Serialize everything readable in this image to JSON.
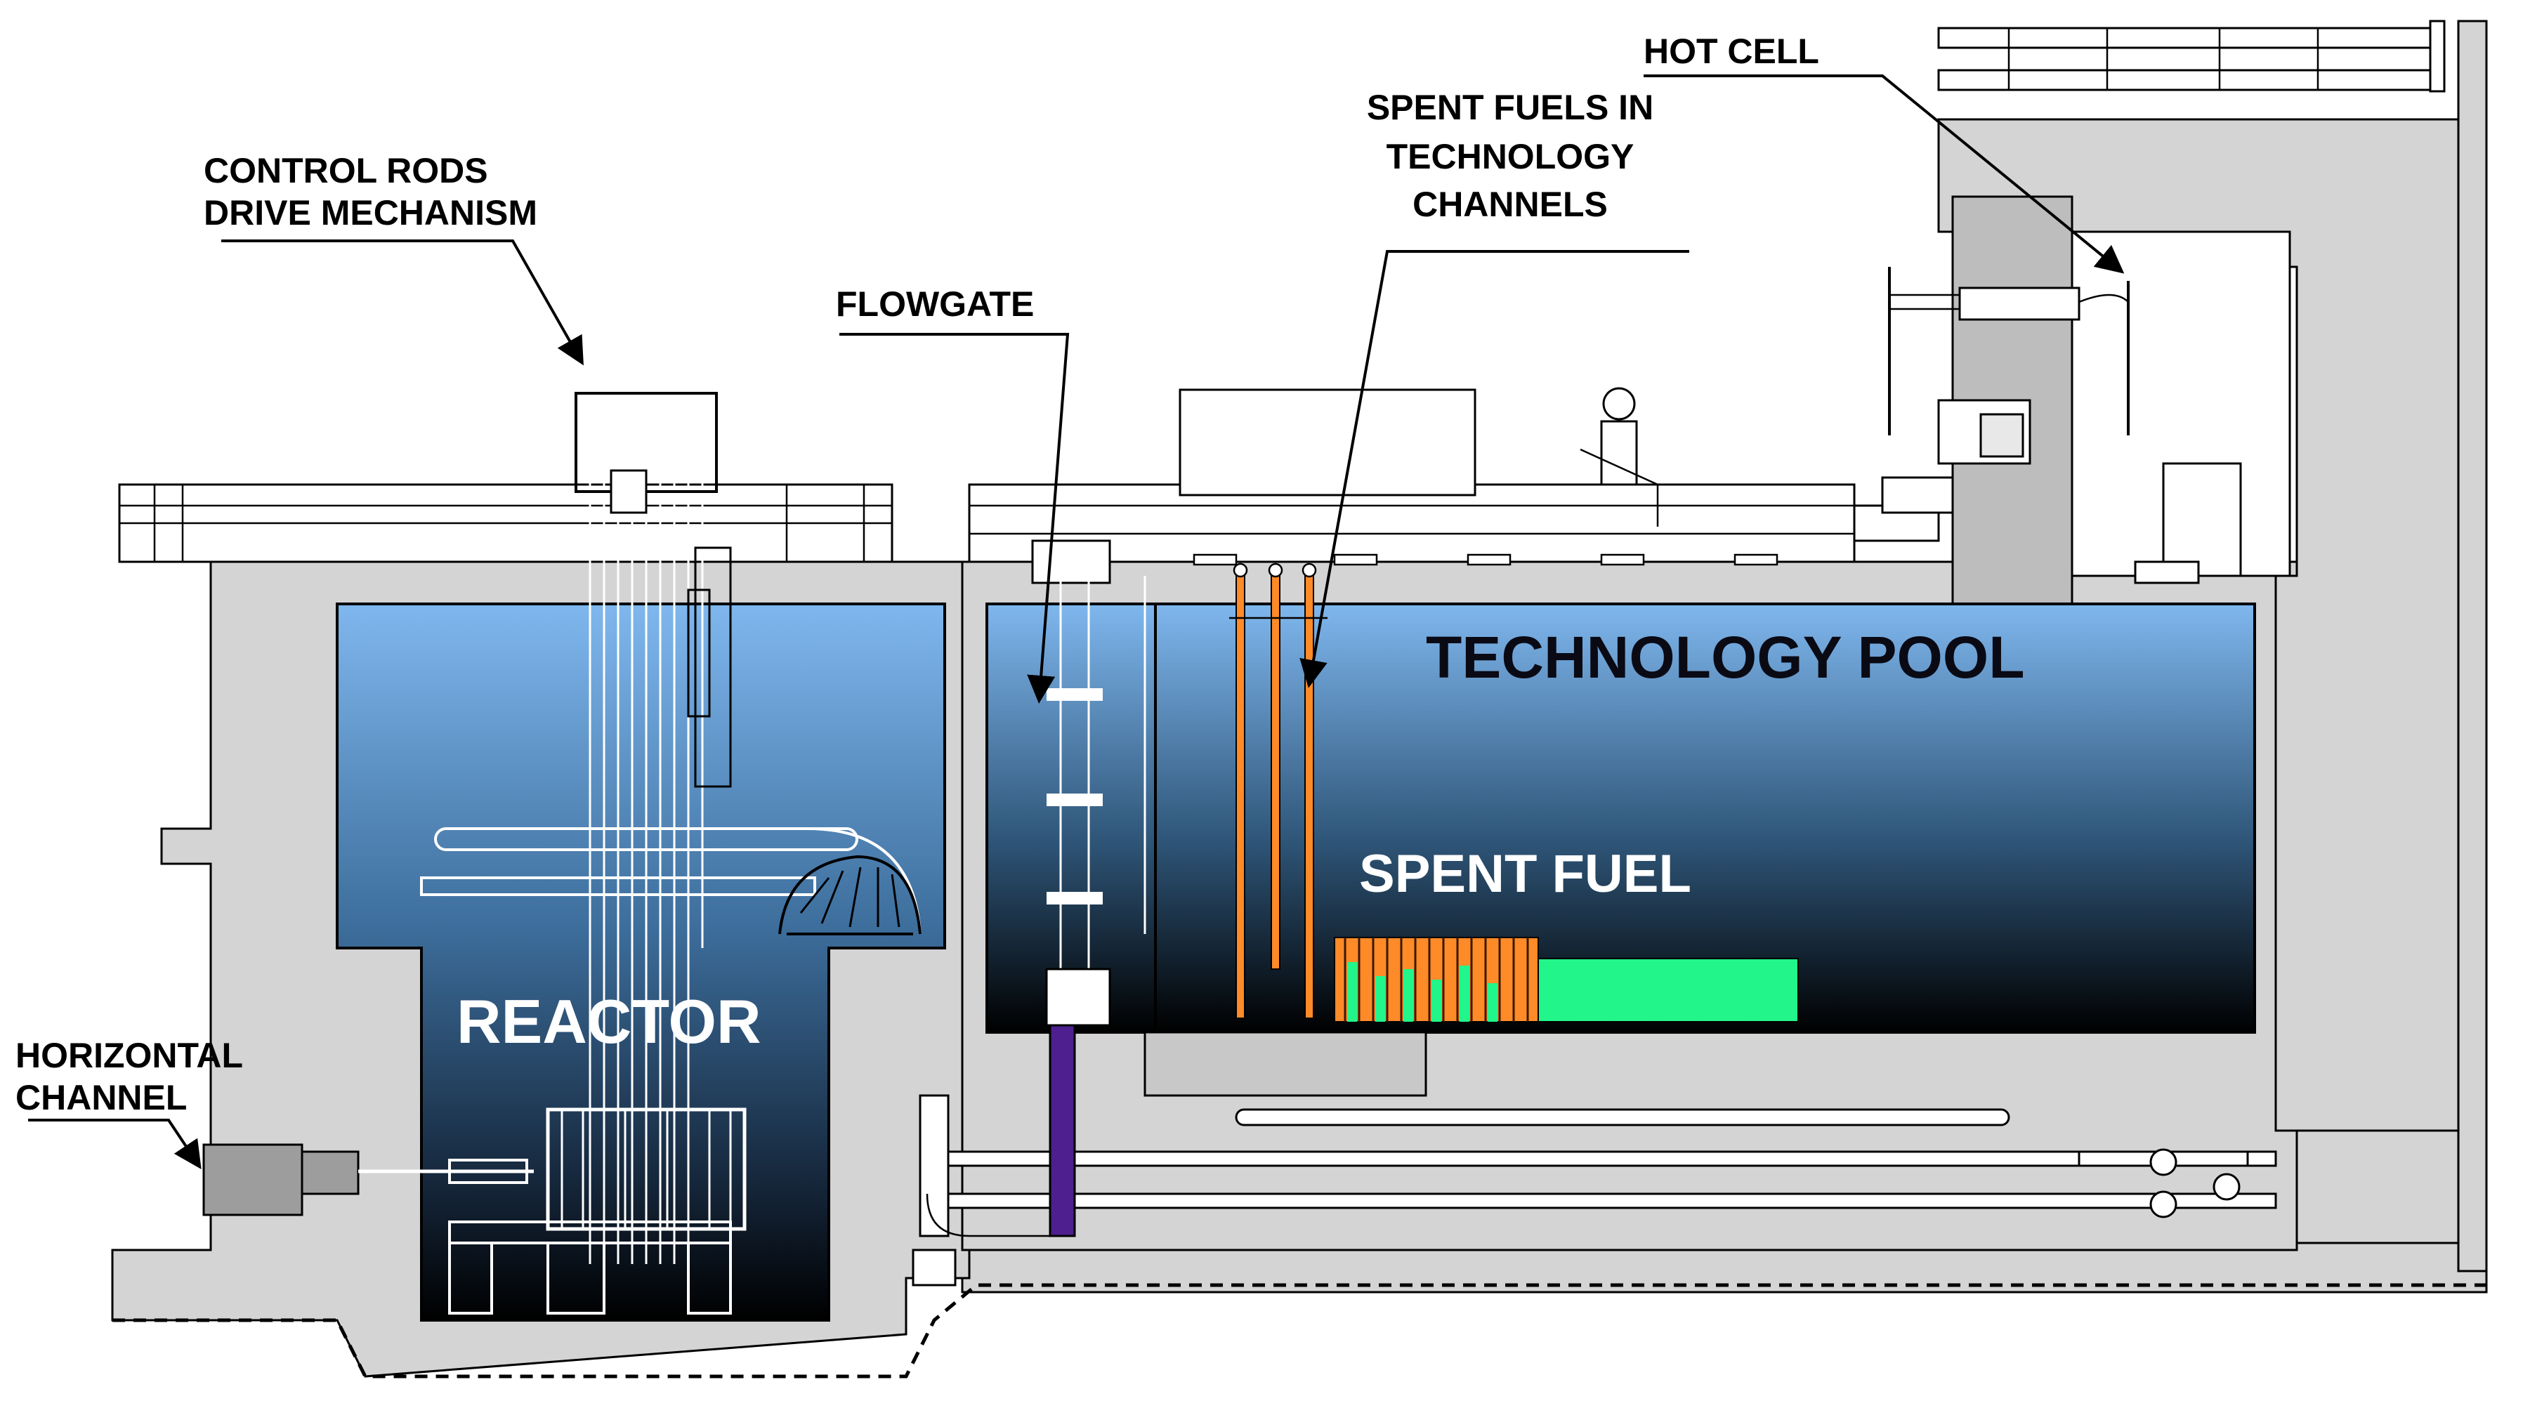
{
  "labels": {
    "control_rods": [
      "CONTROL RODS",
      "DRIVE MECHANISM"
    ],
    "flowgate": "FLOWGATE",
    "spent_fuels_channels": [
      "SPENT FUELS IN",
      "TECHNOLOGY",
      "CHANNELS"
    ],
    "hot_cell": "HOT CELL",
    "horizontal_channel": [
      "HORIZONTAL",
      "CHANNEL"
    ],
    "reactor": "REACTOR",
    "technology_pool": "TECHNOLOGY POOL",
    "spent_fuel": "SPENT FUEL"
  },
  "colors": {
    "concrete": "#d4d4d4",
    "water_top": "#7fb7ee",
    "water_bottom": "#000000",
    "fuel_green": "#22f58a",
    "fuel_orange": "#ff8a28",
    "flowgate_purple": "#4e1f8e"
  }
}
